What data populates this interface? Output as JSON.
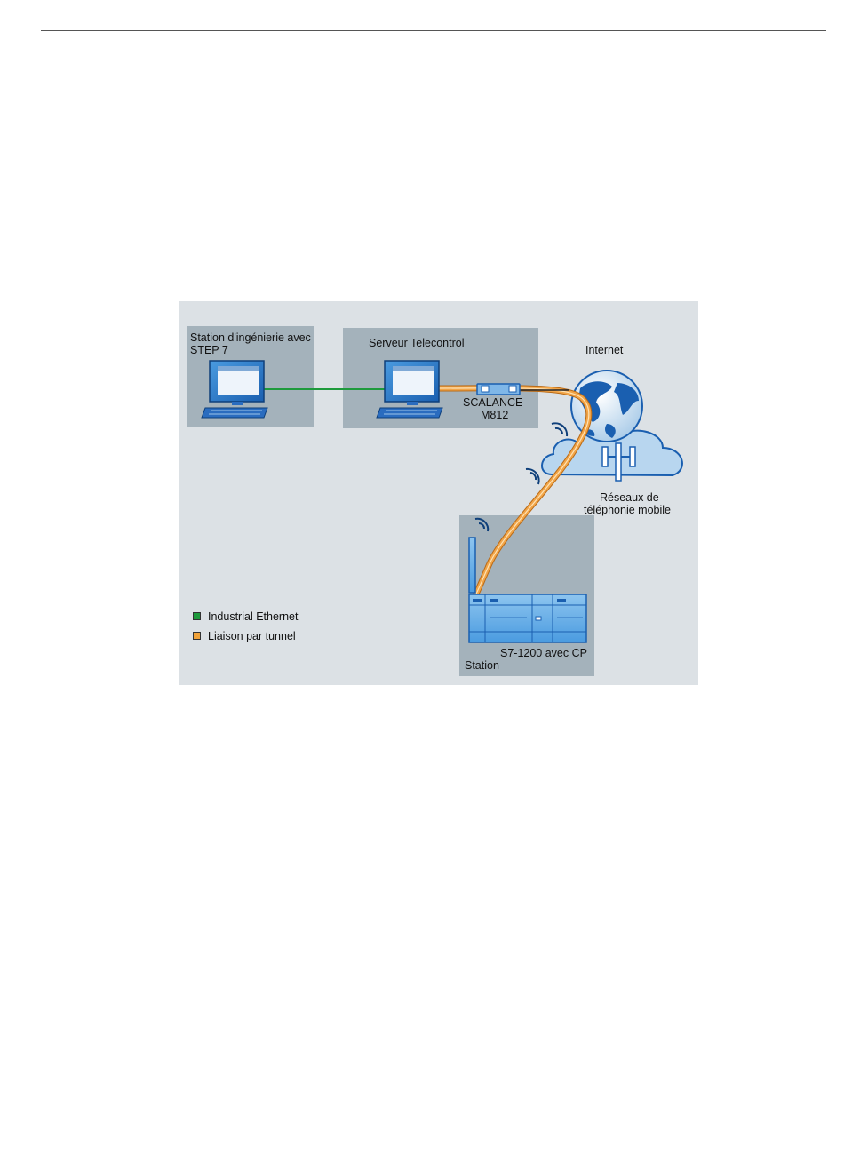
{
  "diagram": {
    "eng_station": {
      "line1": "Station d'ingénierie avec",
      "line2": "STEP 7"
    },
    "server": {
      "label": "Serveur Telecontrol"
    },
    "router": {
      "line1": "SCALANCE",
      "line2": "M812"
    },
    "internet": {
      "label": "Internet"
    },
    "mobile": {
      "line1": "Réseaux de",
      "line2": "téléphonie mobile"
    },
    "plc": {
      "label": "S7-1200 avec CP"
    },
    "station": {
      "label": "Station"
    },
    "legend": [
      {
        "label": "Industrial Ethernet",
        "color": "#1e9a3c"
      },
      {
        "label": "Liaison par tunnel",
        "color": "#f0a23a"
      }
    ]
  }
}
